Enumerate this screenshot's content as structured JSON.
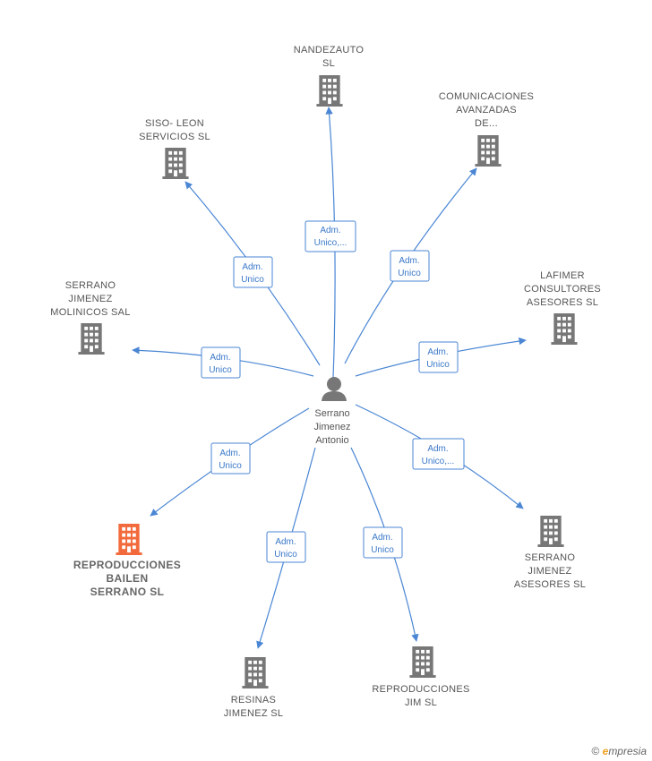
{
  "center": {
    "name_lines": [
      "Serrano",
      "Jimenez",
      "Antonio"
    ],
    "icon": "person-icon"
  },
  "companies": [
    {
      "id": "nandezauto",
      "name_lines": [
        "NANDEZAUTO",
        "SL"
      ],
      "role_lines": [
        "Adm.",
        "Unico,..."
      ],
      "highlight": false,
      "icon": "building-icon"
    },
    {
      "id": "comunicaciones",
      "name_lines": [
        "COMUNICACIONES",
        "AVANZADAS",
        "DE..."
      ],
      "role_lines": [
        "Adm.",
        "Unico"
      ],
      "highlight": false,
      "icon": "building-icon"
    },
    {
      "id": "siso-leon",
      "name_lines": [
        "SISO- LEON",
        "SERVICIOS SL"
      ],
      "role_lines": [
        "Adm.",
        "Unico"
      ],
      "highlight": false,
      "icon": "building-icon"
    },
    {
      "id": "lafimer",
      "name_lines": [
        "LAFIMER",
        "CONSULTORES",
        "ASESORES SL"
      ],
      "role_lines": [
        "Adm.",
        "Unico"
      ],
      "highlight": false,
      "icon": "building-icon"
    },
    {
      "id": "serrano-molinicos",
      "name_lines": [
        "SERRANO",
        "JIMENEZ",
        "MOLINICOS  SAL"
      ],
      "role_lines": [
        "Adm.",
        "Unico"
      ],
      "highlight": false,
      "icon": "building-icon"
    },
    {
      "id": "serrano-asesores",
      "name_lines": [
        "SERRANO",
        "JIMENEZ",
        "ASESORES  SL"
      ],
      "role_lines": [
        "Adm.",
        "Unico,..."
      ],
      "highlight": false,
      "icon": "building-icon"
    },
    {
      "id": "reproducciones-bailen",
      "name_lines": [
        "REPRODUCCIONES",
        "BAILEN",
        "SERRANO  SL"
      ],
      "role_lines": [
        "Adm.",
        "Unico"
      ],
      "highlight": true,
      "icon": "building-icon"
    },
    {
      "id": "resinas",
      "name_lines": [
        "RESINAS",
        "JIMENEZ  SL"
      ],
      "role_lines": [
        "Adm.",
        "Unico"
      ],
      "highlight": false,
      "icon": "building-icon"
    },
    {
      "id": "reproducciones-jim",
      "name_lines": [
        "REPRODUCCIONES",
        "JIM  SL"
      ],
      "role_lines": [
        "Adm.",
        "Unico"
      ],
      "highlight": false,
      "icon": "building-icon"
    }
  ],
  "colors": {
    "edge": "#4a86d4",
    "building": "#777777",
    "building_highlight": "#f26a3c",
    "person": "#777777"
  },
  "footer": {
    "copyright_symbol": "©",
    "brand_initial": "e",
    "brand_rest": "mpresia"
  }
}
